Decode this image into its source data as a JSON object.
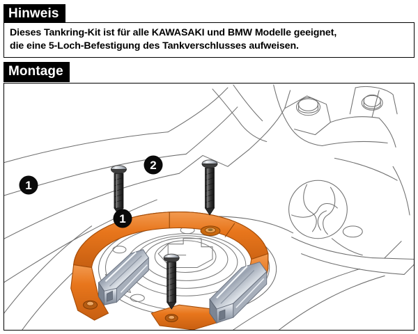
{
  "document": {
    "language": "de",
    "title": "Tankring Montageanleitung"
  },
  "sections": {
    "hinweis": {
      "label": "Hinweis",
      "note_lines": [
        "Dieses Tankring-Kit ist für alle KAWASAKI und BMW Modelle geeignet,",
        "die eine 5-Loch-Befestigung des Tankverschlusses aufweisen."
      ]
    },
    "montage": {
      "label": "Montage"
    }
  },
  "illustration": {
    "description": "Technische Strichzeichnung: Motorrad-Tankverschluss mit orangefarbenem Tankring und silbernen Klemmbacken",
    "callouts": [
      {
        "id": "callout-1a",
        "number": "1"
      },
      {
        "id": "callout-1b",
        "number": "1"
      },
      {
        "id": "callout-2",
        "number": "2"
      }
    ],
    "colors": {
      "ring_orange": "#E8761C",
      "ring_orange_dark": "#BF5A10",
      "ring_orange_light": "#F5934A",
      "clamp_silver": "#C9CFD8",
      "clamp_silver_dark": "#8E97A5",
      "clamp_silver_light": "#EDF0F4",
      "screw_dark": "#3A3A3A",
      "line_art": "#6A6A6A",
      "callout_bg": "#0A0A0A",
      "callout_fg": "#FFFFFF"
    }
  }
}
